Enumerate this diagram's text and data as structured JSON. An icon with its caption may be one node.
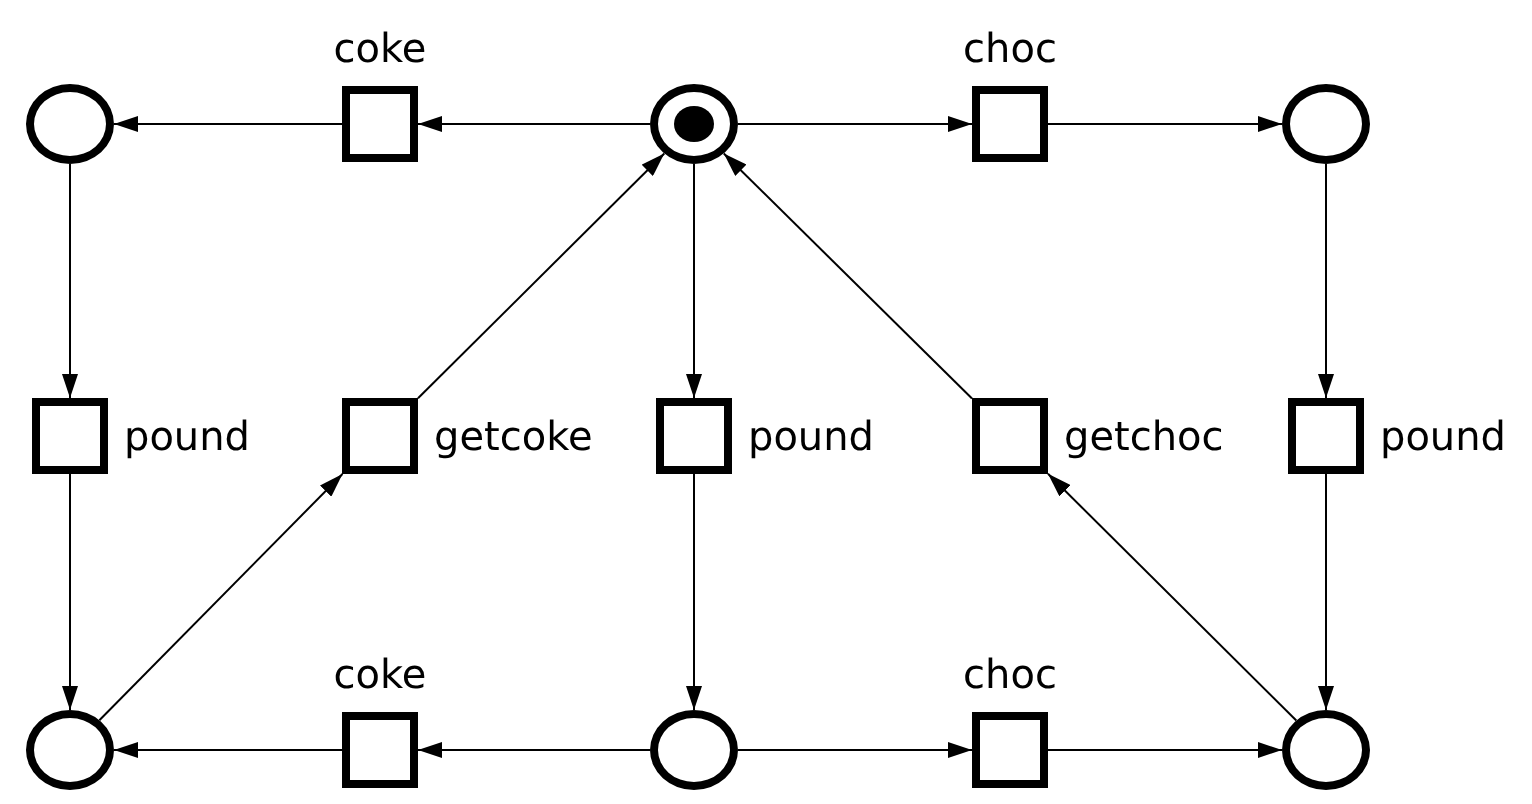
{
  "diagram": {
    "nodes": [
      {
        "text": [],
        "shape": "circle"
      },
      {
        "text": [],
        "shape": "box",
        "beside": [
          "coke"
        ]
      },
      {
        "text": [],
        "shape": "circle"
      },
      {
        "text": [],
        "shape": "box",
        "beside": [
          "choc"
        ]
      },
      {
        "text": [],
        "shape": "circle"
      },
      {
        "text": [],
        "shape": "box",
        "beside": [
          "pound"
        ]
      },
      {
        "text": [],
        "shape": "box",
        "beside": [
          "getcoke"
        ]
      },
      {
        "text": [],
        "shape": "box",
        "beside": [
          "pound"
        ]
      },
      {
        "text": [],
        "shape": "box",
        "beside": [
          "getchoc"
        ]
      },
      {
        "text": [],
        "shape": "box",
        "beside": [
          "pound"
        ]
      },
      {
        "text": [],
        "shape": "circle"
      },
      {
        "text": [],
        "shape": "box",
        "beside": [
          "coke"
        ]
      },
      {
        "text": [],
        "shape": "circle"
      },
      {
        "text": [],
        "shape": "box",
        "beside": [
          "choc"
        ]
      },
      {
        "text": [],
        "shape": "circle"
      }
    ],
    "edges": [
      {
        "from": 2,
        "to": 1,
        "arrow": "to"
      },
      {
        "from": 1,
        "to": 0,
        "arrow": "to"
      },
      {
        "from": 2,
        "to": 3,
        "arrow": "to"
      },
      {
        "from": 3,
        "to": 4,
        "arrow": "to"
      },
      {
        "from": 0,
        "to": 5,
        "arrow": "to"
      },
      {
        "from": 5,
        "to": 10,
        "arrow": "to"
      },
      {
        "from": 10,
        "to": 6,
        "arrow": "to"
      },
      {
        "from": 6,
        "to": 2,
        "arrow": "to"
      },
      {
        "from": 2,
        "to": 7,
        "arrow": "to"
      },
      {
        "from": 7,
        "to": 12,
        "arrow": "to"
      },
      {
        "from": 14,
        "to": 8,
        "arrow": "to"
      },
      {
        "from": 8,
        "to": 2,
        "arrow": "to"
      },
      {
        "from": 4,
        "to": 9,
        "arrow": "to"
      },
      {
        "from": 9,
        "to": 14,
        "arrow": "to"
      },
      {
        "from": 12,
        "to": 11,
        "arrow": "to"
      },
      {
        "from": 11,
        "to": 10,
        "arrow": "to"
      },
      {
        "from": 12,
        "to": 13,
        "arrow": "to"
      },
      {
        "from": 13,
        "to": 14,
        "arrow": "to"
      }
    ]
  }
}
